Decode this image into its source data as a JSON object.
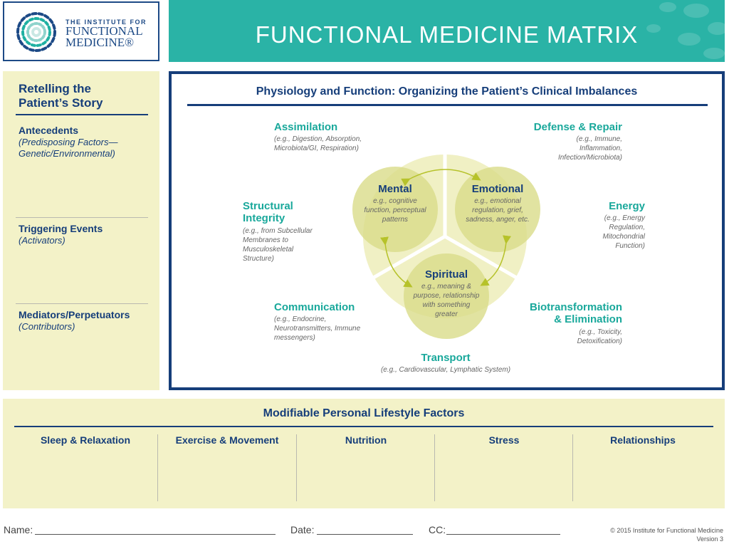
{
  "logo": {
    "line1": "THE INSTITUTE FOR",
    "line2": "FUNCTIONAL",
    "line3": "MEDICINE®"
  },
  "header": {
    "title": "FUNCTIONAL MEDICINE MATRIX"
  },
  "story": {
    "title": "Retelling the Patient’s Story",
    "sections": [
      {
        "label": "Antecedents",
        "sub": "(Predisposing Factors—Genetic/Environmental)"
      },
      {
        "label": "Triggering Events",
        "sub": "(Activators)"
      },
      {
        "label": "Mediators/Perpetuators",
        "sub": "(Contributors)"
      }
    ]
  },
  "physiology": {
    "title": "Physiology and Function: Organizing the Patient’s Clinical Imbalances",
    "nodes": {
      "assimilation": {
        "label": "Assimilation",
        "desc": "(e.g., Digestion, Absorption, Microbiota/GI, Respiration)"
      },
      "defense": {
        "label": "Defense & Repair",
        "desc": "(e.g., Immune, Inflammation, Infection/Microbiota)"
      },
      "structural": {
        "label": "Structural Integrity",
        "desc": "(e.g., from Subcellular Membranes to Musculoskeletal Structure)"
      },
      "energy": {
        "label": "Energy",
        "desc": "(e.g., Energy Regulation, Mitochondrial Function)"
      },
      "communication": {
        "label": "Communication",
        "desc": "(e.g., Endocrine, Neurotransmitters, Immune messengers)"
      },
      "biotransformation": {
        "label": "Biotransformation & Elimination",
        "desc": "(e.g., Toxicity, Detoxification)"
      },
      "transport": {
        "label": "Transport",
        "desc": "(e.g., Cardiovascular, Lymphatic System)"
      }
    },
    "core": {
      "mental": {
        "label": "Mental",
        "desc": "e.g., cognitive function, perceptual patterns"
      },
      "emotional": {
        "label": "Emotional",
        "desc": "e.g., emotional regulation, grief, sadness, anger, etc."
      },
      "spiritual": {
        "label": "Spiritual",
        "desc": "e.g., meaning & purpose, relationship with something greater"
      }
    }
  },
  "lifestyle": {
    "title": "Modifiable Personal Lifestyle Factors",
    "columns": [
      "Sleep & Relaxation",
      "Exercise & Movement",
      "Nutrition",
      "Stress",
      "Relationships"
    ]
  },
  "footer": {
    "name_label": "Name:",
    "date_label": "Date:",
    "cc_label": "CC:",
    "copyright": "© 2015 Institute for Functional Medicine",
    "version": "Version 3"
  },
  "colors": {
    "teal": "#2ab3a6",
    "navy": "#163e7a",
    "beige": "#f3f2c8",
    "circle": "#d9dc8a"
  }
}
